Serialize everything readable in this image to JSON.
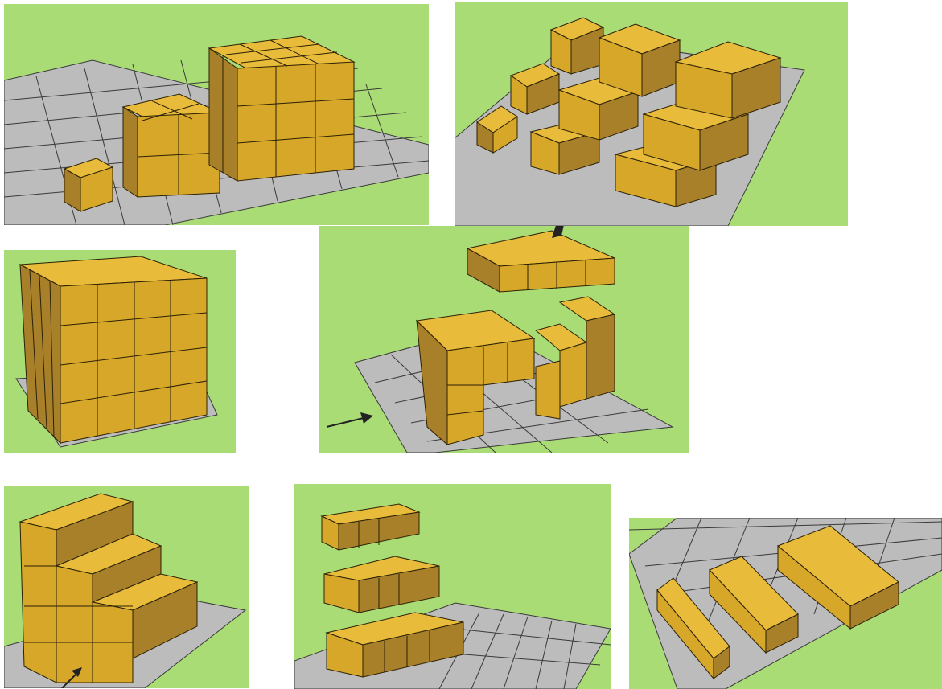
{
  "colors": {
    "background": "#a9dc75",
    "cube_top": "#e8bb3a",
    "cube_front": "#d7a72a",
    "cube_side": "#a9802a",
    "grid_fill": "#bcbcbc",
    "grid_line": "#3a3a3a",
    "edge": "#2b2106",
    "arrow": "#222222"
  },
  "icons": {
    "arrow": "arrow-icon"
  },
  "panels": [
    {
      "id": "p1",
      "name": "panel-cube-sizes",
      "description_icon": "cube-growth-icon"
    },
    {
      "id": "p2",
      "name": "panel-prism-arrangement",
      "description_icon": "prism-layout-icon"
    },
    {
      "id": "p3",
      "name": "panel-large-cube",
      "description_icon": "cube-icon"
    },
    {
      "id": "p4",
      "name": "panel-cube-decomposition",
      "description_icon": "decomposition-icon"
    },
    {
      "id": "p5",
      "name": "panel-staircase",
      "description_icon": "staircase-icon"
    },
    {
      "id": "p6",
      "name": "panel-layer-stack",
      "description_icon": "layers-icon"
    },
    {
      "id": "p7",
      "name": "panel-layers-laid-flat",
      "description_icon": "flat-layers-icon"
    }
  ]
}
